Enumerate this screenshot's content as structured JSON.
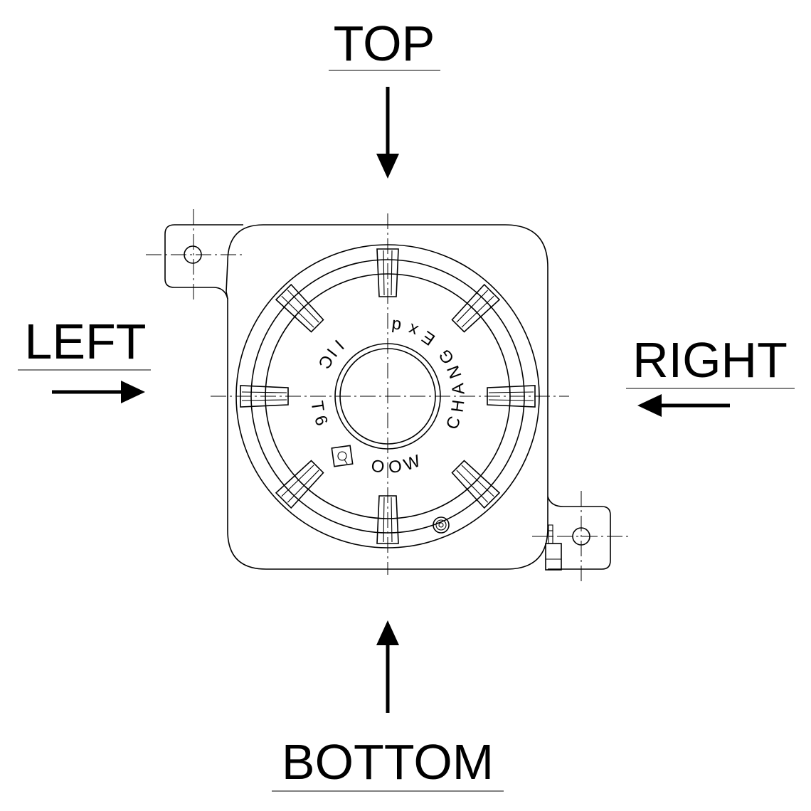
{
  "labels": {
    "top": "TOP",
    "bottom": "BOTTOM",
    "left": "LEFT",
    "right": "RIGHT"
  },
  "markings": {
    "exd": [
      "E",
      "x",
      "d"
    ],
    "gas_group": [
      "I",
      "I",
      "C"
    ],
    "temp_class": [
      "T",
      "6"
    ],
    "maker": [
      "C",
      "H",
      "A",
      "N",
      "G"
    ],
    "maker_prefix": [
      "W",
      "O",
      "O"
    ]
  }
}
